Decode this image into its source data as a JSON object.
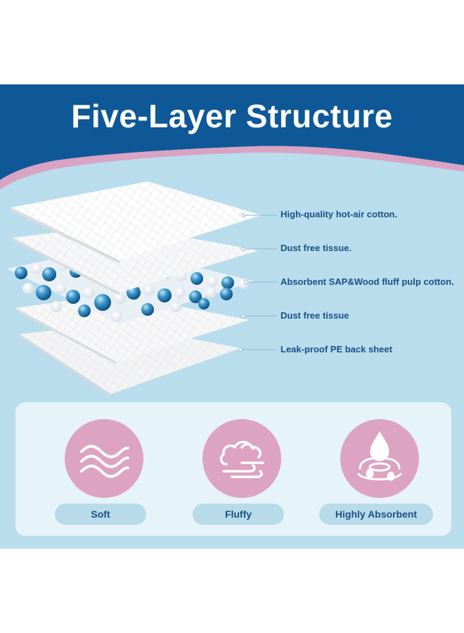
{
  "title": "Five-Layer Structure",
  "colors": {
    "header_blue": "#0f5898",
    "wave_pink": "#d9a3c4",
    "panel_blue": "#b9ddec",
    "card_bg": "#e6f3f9",
    "icon_pink": "#dca3c2",
    "label_text": "#1a4f86"
  },
  "layers": [
    {
      "label": "High-quality hot-air cotton."
    },
    {
      "label": "Dust free tissue."
    },
    {
      "label": "Absorbent SAP&Wood fluff pulp cotton."
    },
    {
      "label": "Dust free tissue"
    },
    {
      "label": "Leak-proof PE back sheet"
    }
  ],
  "features": [
    {
      "label": "Soft",
      "icon": "waves-icon"
    },
    {
      "label": "Fluffy",
      "icon": "cloud-wind-icon"
    },
    {
      "label": "Highly Absorbent",
      "icon": "water-drop-icon"
    }
  ]
}
